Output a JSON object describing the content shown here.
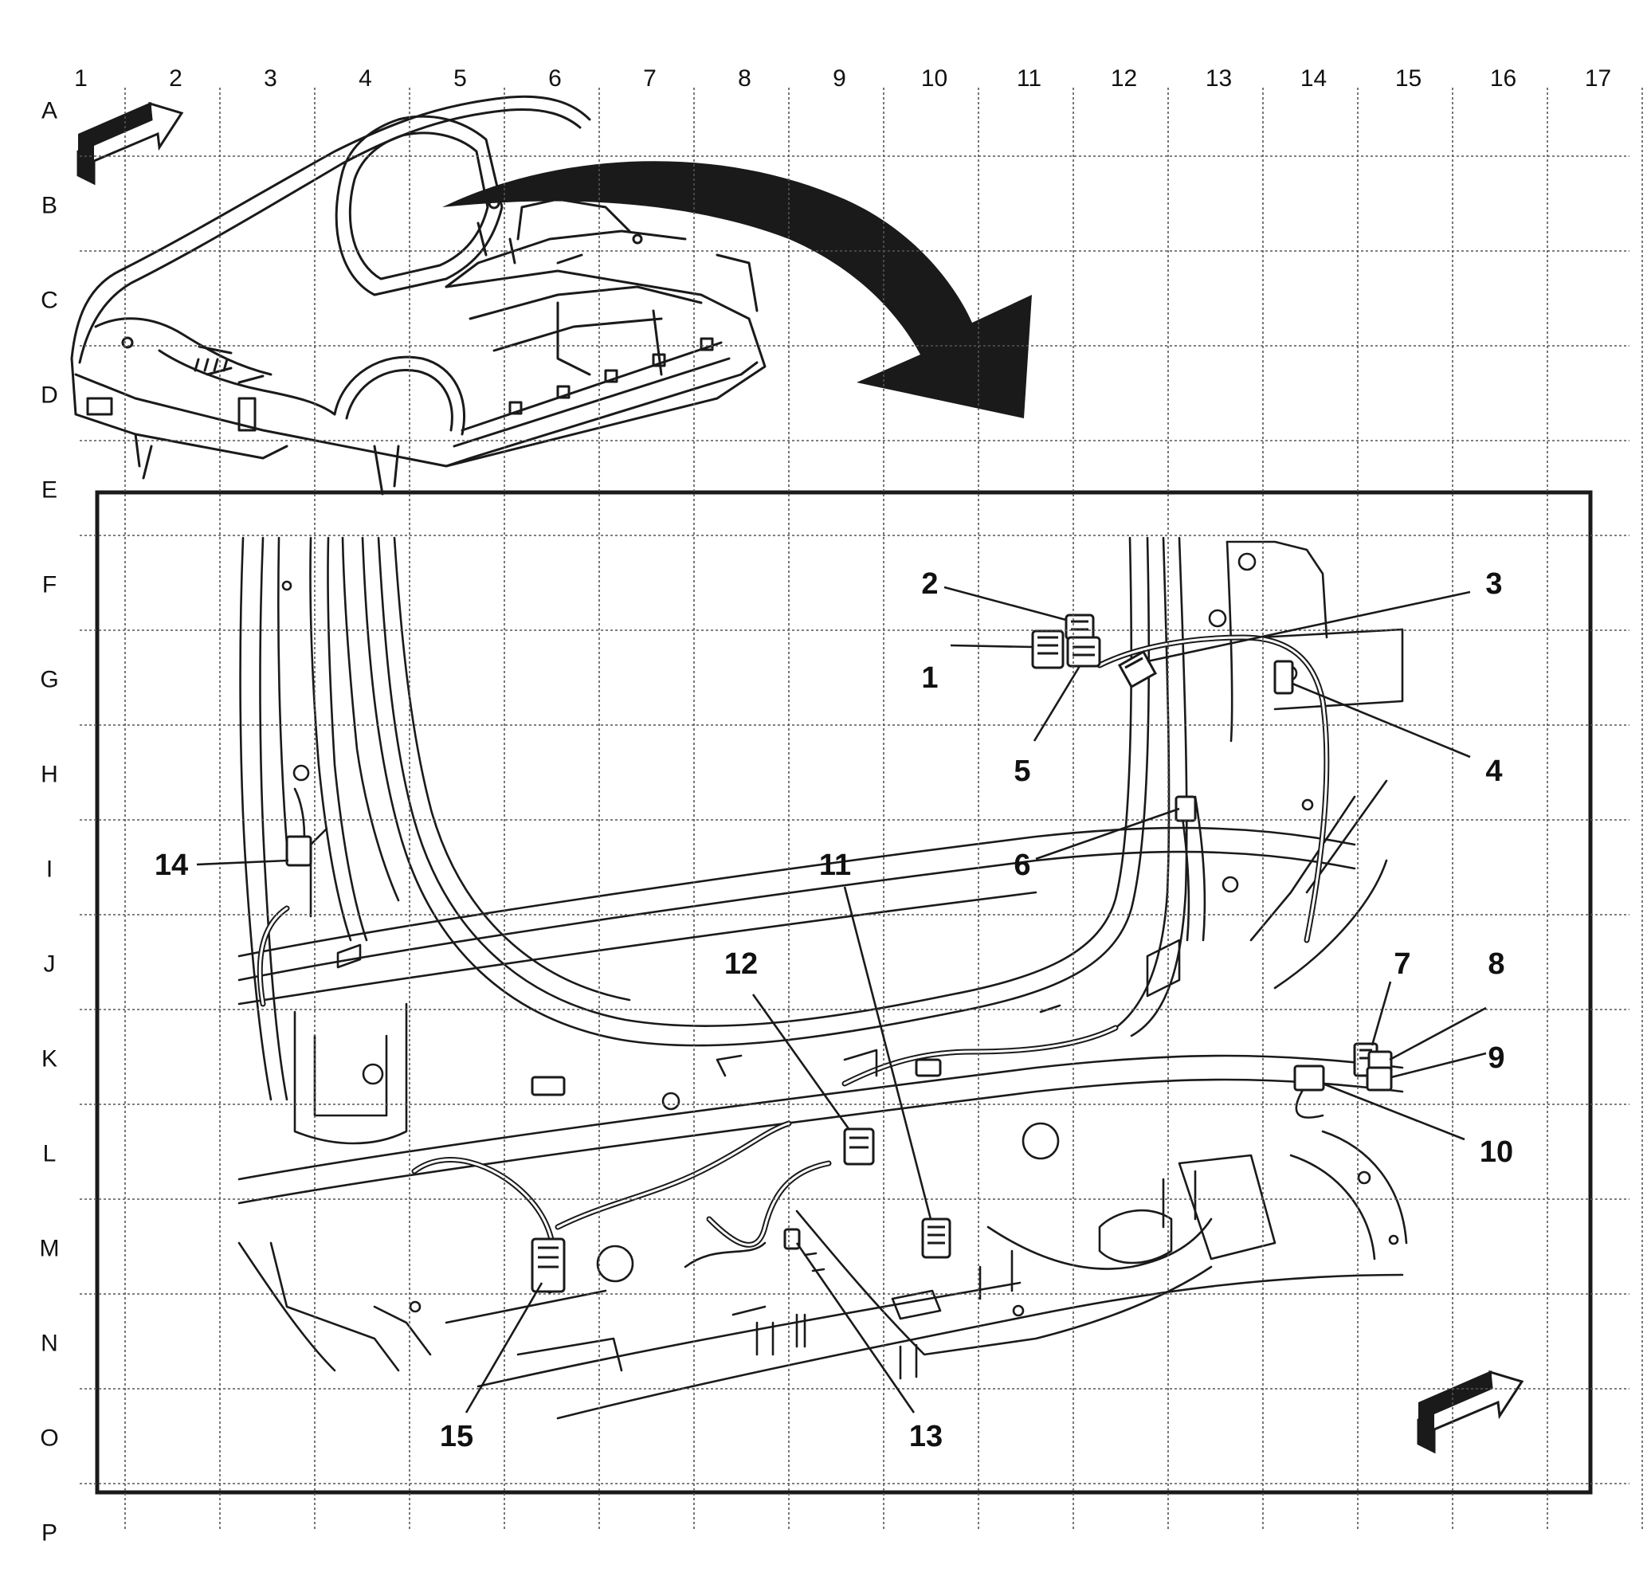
{
  "grid": {
    "columns": [
      "1",
      "2",
      "3",
      "4",
      "5",
      "6",
      "7",
      "8",
      "9",
      "10",
      "11",
      "12",
      "13",
      "14",
      "15",
      "16",
      "17"
    ],
    "rows": [
      "A",
      "B",
      "C",
      "D",
      "E",
      "F",
      "G",
      "H",
      "I",
      "J",
      "K",
      "L",
      "M",
      "N",
      "O",
      "P"
    ]
  },
  "callouts": [
    {
      "number": "1"
    },
    {
      "number": "2"
    },
    {
      "number": "3"
    },
    {
      "number": "4"
    },
    {
      "number": "5"
    },
    {
      "number": "6"
    },
    {
      "number": "7"
    },
    {
      "number": "8"
    },
    {
      "number": "9"
    },
    {
      "number": "10"
    },
    {
      "number": "11"
    },
    {
      "number": "12"
    },
    {
      "number": "13"
    },
    {
      "number": "14"
    },
    {
      "number": "15"
    }
  ],
  "icons": {
    "view_arrow_top": "orientation-arrow-icon",
    "view_arrow_bottom": "orientation-arrow-icon",
    "zoom_arrow": "curved-zoom-arrow-icon"
  },
  "colors": {
    "ink": "#1a1a1a",
    "grid": "#555555",
    "background": "#ffffff"
  }
}
